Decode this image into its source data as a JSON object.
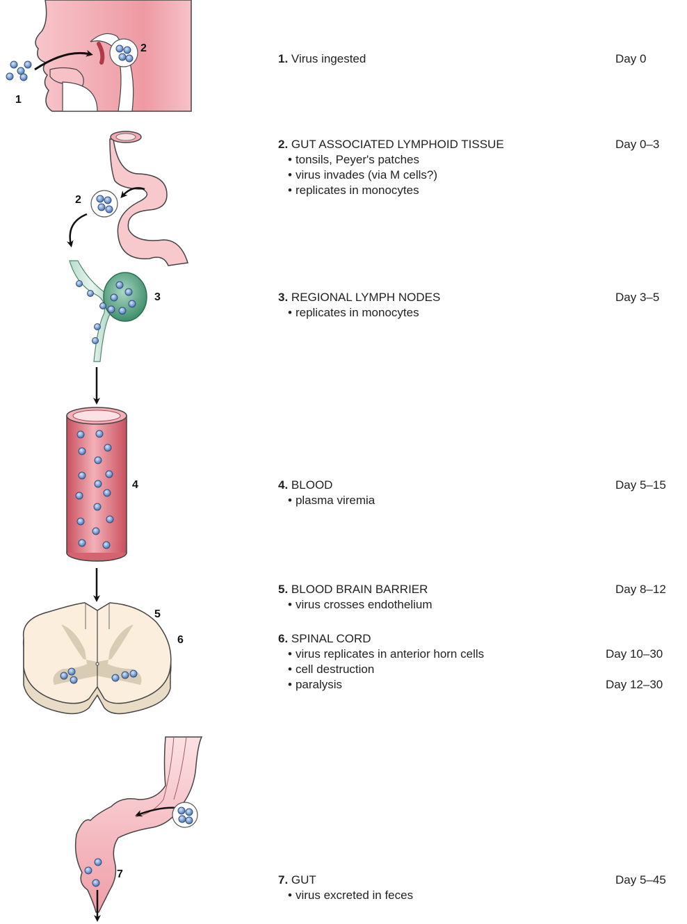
{
  "labels": [
    "1",
    "2",
    "2",
    "3",
    "4",
    "5",
    "6",
    "7"
  ],
  "steps": [
    {
      "number": "1.",
      "title": "Virus ingested",
      "day": "Day 0",
      "bullets": []
    },
    {
      "number": "2.",
      "title": "GUT ASSOCIATED LYMPHOID TISSUE",
      "day": "Day 0–3",
      "bullets": [
        {
          "text": "tonsils, Peyer's patches",
          "day": ""
        },
        {
          "text": "virus invades (via M cells?)",
          "day": ""
        },
        {
          "text": "replicates in monocytes",
          "day": ""
        }
      ]
    },
    {
      "number": "3.",
      "title": "REGIONAL LYMPH NODES",
      "day": "Day 3–5",
      "bullets": [
        {
          "text": "replicates in monocytes",
          "day": ""
        }
      ]
    },
    {
      "number": "4.",
      "title": "BLOOD",
      "day": "Day 5–15",
      "bullets": [
        {
          "text": "plasma viremia",
          "day": ""
        }
      ]
    },
    {
      "number": "5.",
      "title": "BLOOD BRAIN BARRIER",
      "day": "Day 8–12",
      "bullets": [
        {
          "text": "virus crosses endothelium",
          "day": ""
        }
      ]
    },
    {
      "number": "6.",
      "title": "SPINAL CORD",
      "day": "",
      "bullets": [
        {
          "text": "virus replicates in anterior horn cells",
          "day": "Day 10–30"
        },
        {
          "text": "cell destruction",
          "day": ""
        },
        {
          "text": "paralysis",
          "day": "Day 12–30"
        }
      ]
    },
    {
      "number": "7.",
      "title": "GUT",
      "day": "Day 5–45",
      "bullets": [
        {
          "text": "virus excreted in feces",
          "day": ""
        }
      ]
    }
  ],
  "colors": {
    "tissue_pink": "#f2a9b0",
    "tissue_light": "#f9d6d9",
    "lymph_green": "#5fae8c",
    "blood_red": "#e4707c",
    "cord_cream": "#fbeedd",
    "grey_matter": "#d8ccb4",
    "virus_blue": "#6d93c9"
  }
}
